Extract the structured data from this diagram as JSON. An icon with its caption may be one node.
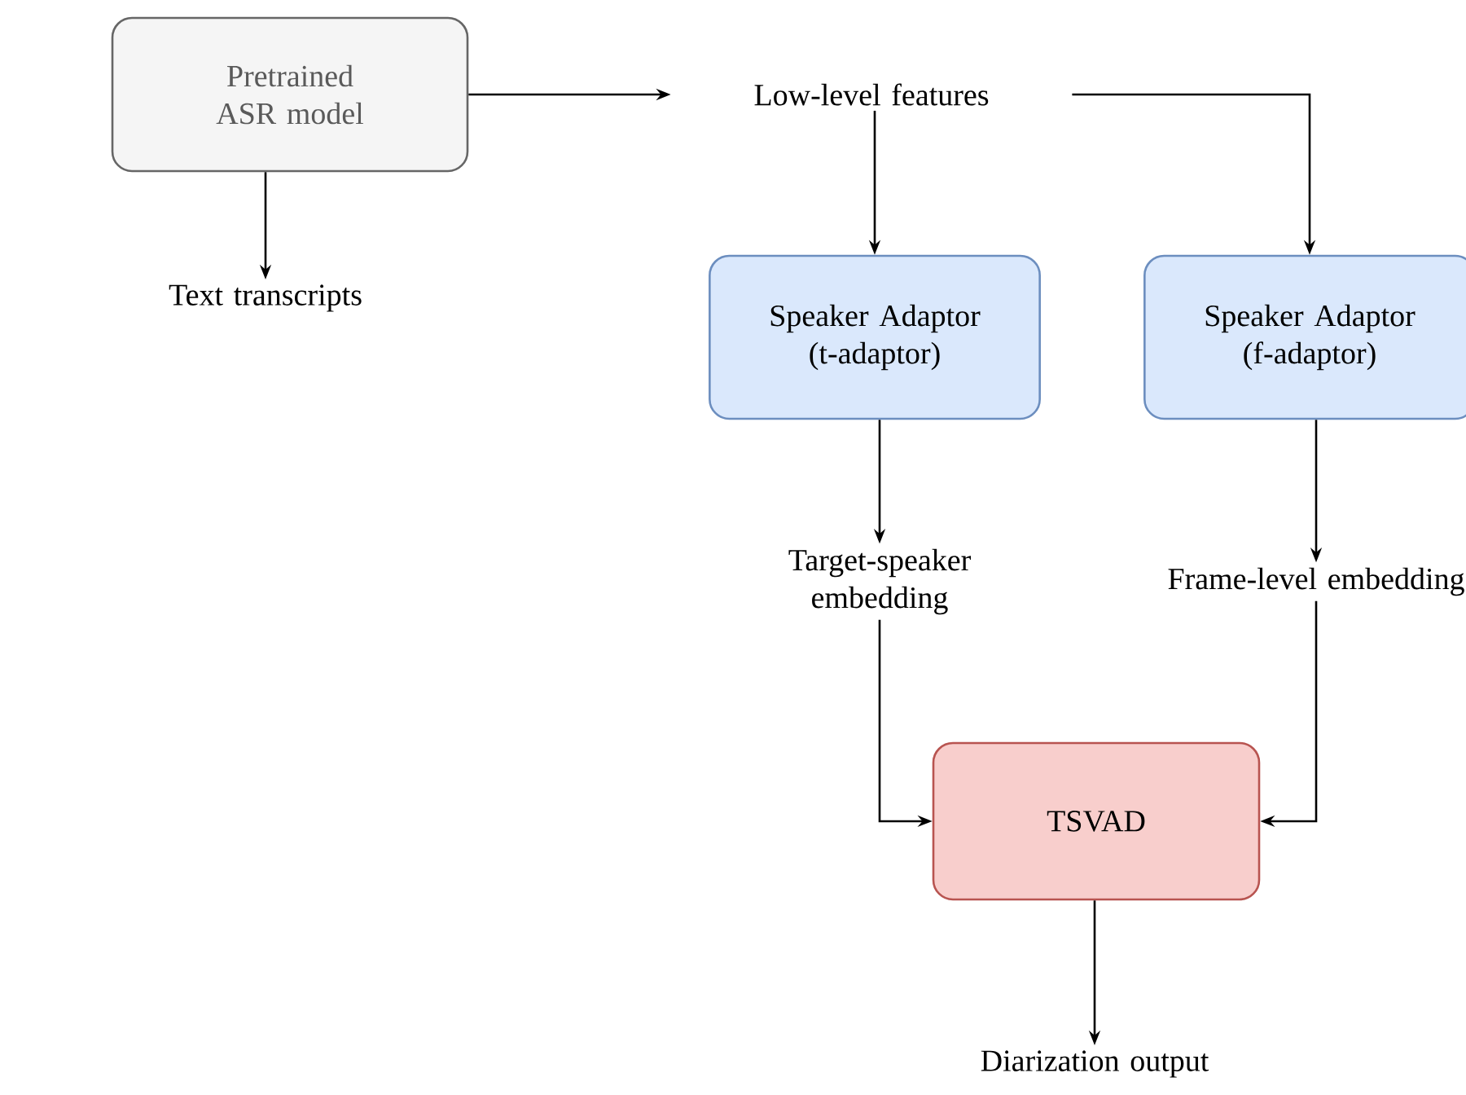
{
  "diagram": {
    "nodes": [
      {
        "text": [
          "Pretrained ASR model"
        ]
      },
      {
        "text": [
          "Low-level features"
        ]
      },
      {
        "text": [
          "Text transcripts"
        ]
      },
      {
        "text": [
          "Speaker Adaptor (t-adaptor)"
        ]
      },
      {
        "text": [
          "Speaker Adaptor (f-adaptor)"
        ]
      },
      {
        "text": [
          "Target-speaker embedding"
        ]
      },
      {
        "text": [
          "Frame-level embedding"
        ]
      },
      {
        "text": [
          "TSVAD"
        ]
      },
      {
        "text": [
          "Diarization output"
        ]
      }
    ],
    "edges": [
      {
        "from": 0,
        "to": 1,
        "arrow": "to"
      },
      {
        "from": 0,
        "to": 2,
        "arrow": "to"
      },
      {
        "from": 1,
        "to": 3,
        "arrow": "to"
      },
      {
        "from": 1,
        "to": 4,
        "arrow": "to"
      },
      {
        "from": 3,
        "to": 5,
        "arrow": "to"
      },
      {
        "from": 4,
        "to": 6,
        "arrow": "to"
      },
      {
        "from": 5,
        "to": 7,
        "arrow": "to"
      },
      {
        "from": 6,
        "to": 7,
        "arrow": "to"
      },
      {
        "from": 7,
        "to": 8,
        "arrow": "to"
      }
    ]
  }
}
